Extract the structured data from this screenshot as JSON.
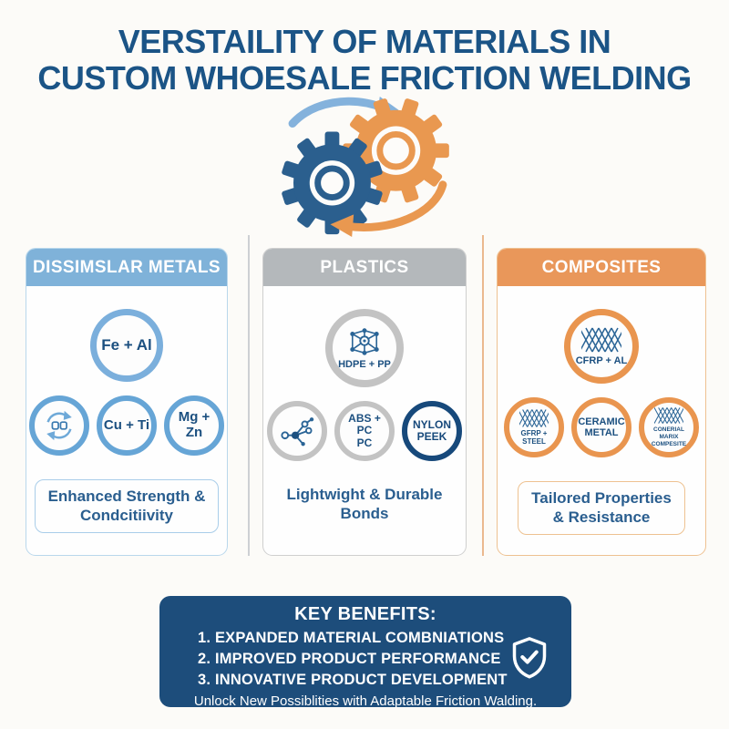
{
  "title": {
    "line1": "VERSTAILITY OF MATERIALS IN",
    "line2": "CUSTOM WHOESALE FRICTION WELDING"
  },
  "colors": {
    "title_navy": "#1B5486",
    "gear_blue": "#2B5F8E",
    "gear_orange": "#E99850",
    "header_light_blue": "#7FB2D9",
    "header_gray": "#B4B8BB",
    "header_orange": "#E9975A",
    "benefits_navy": "#1D4D7B"
  },
  "illustration": {
    "icons": [
      "gear-blue-icon",
      "gear-orange-icon",
      "cycle-arrow-top-icon",
      "cycle-arrow-bottom-icon"
    ]
  },
  "columns": [
    {
      "header": "DISSIMSLAR METALS",
      "featured": {
        "label": "Fe + Al"
      },
      "circles": [
        {
          "icon": "swap-arrows-icon",
          "label": ""
        },
        {
          "label": "Cu + Ti"
        },
        {
          "label": "Mg + Zn"
        }
      ],
      "caption": "Enhanced Strength &\nCondcitiivity"
    },
    {
      "header": "PLASTICS",
      "featured": {
        "icon": "molecule-lattice-icon",
        "label": "HDPE + PP"
      },
      "circles": [
        {
          "icon": "molecule-branch-icon",
          "label": ""
        },
        {
          "label": "ABS + PC\nPC"
        },
        {
          "label": "NYLON\nPEEK"
        }
      ],
      "caption": "Lightwight & Durable\nBonds"
    },
    {
      "header": "COMPOSITES",
      "featured": {
        "icon": "weave-icon",
        "label": "CFRP + AL"
      },
      "circles": [
        {
          "icon": "weave-icon",
          "label": "GFRP + STEEL"
        },
        {
          "label": "CERAMIC\nMETAL"
        },
        {
          "icon": "weave-icon",
          "label": "CONERIAL MARIX\nCOMPESITE"
        }
      ],
      "caption": "Tailored Properties\n& Resistance"
    }
  ],
  "key_benefits": {
    "title": "KEY BENEFITS:",
    "items": [
      "1. EXPANDED MATERIAL COMBNIATIONS",
      "2. IMPROVED PRODUCT PERFORMANCE",
      "3. INNOVATIVE PRODUCT DEVELOPMENT"
    ],
    "footer": "Unlock New Possiblities with Adaptable Friction Walding.",
    "icon": "shield-check-icon"
  }
}
